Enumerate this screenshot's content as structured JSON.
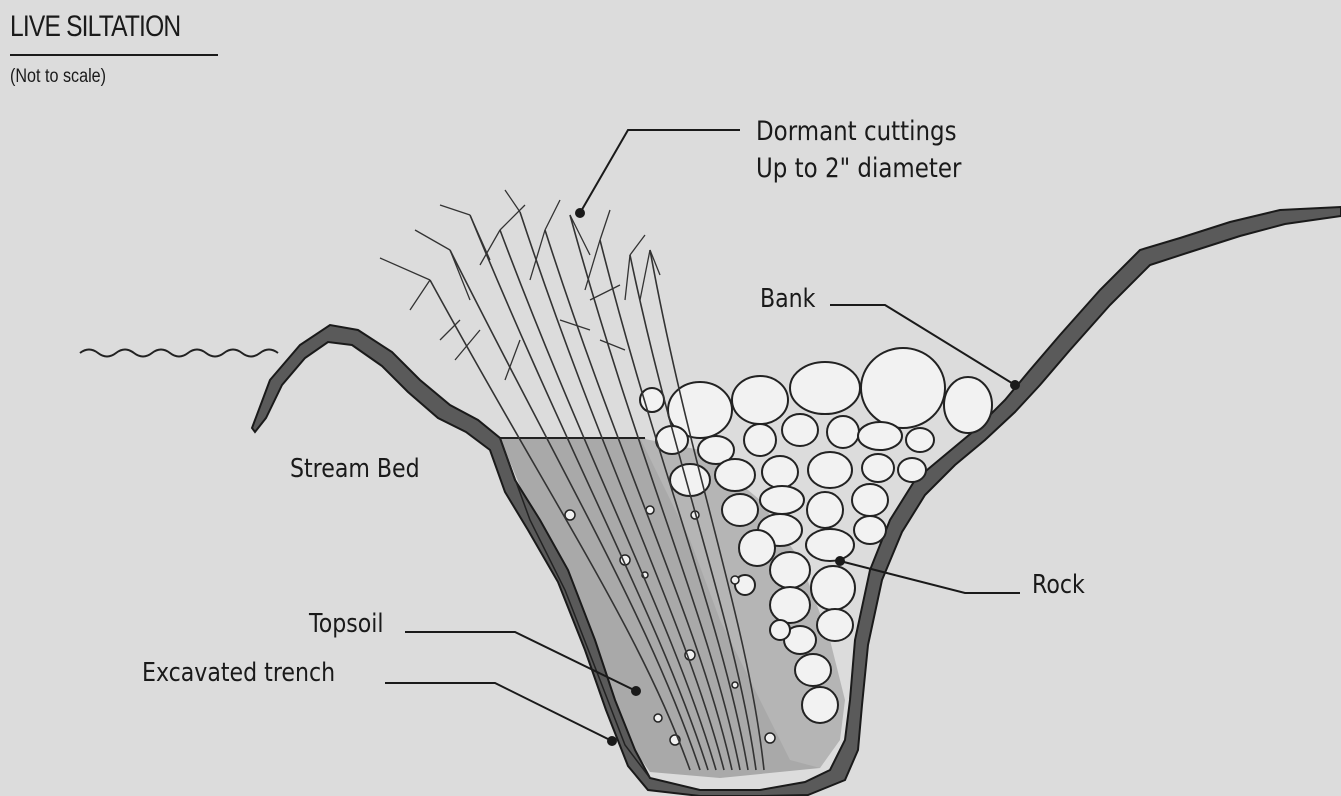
{
  "title": "LIVE SILTATION",
  "subtitle": "(Not to scale)",
  "labels": {
    "dormant_cuttings_1": "Dormant cuttings",
    "dormant_cuttings_2": "Up to 2\" diameter",
    "bank": "Bank",
    "stream_bed": "Stream Bed",
    "rock": "Rock",
    "topsoil": "Topsoil",
    "excavated_trench": "Excavated trench"
  }
}
